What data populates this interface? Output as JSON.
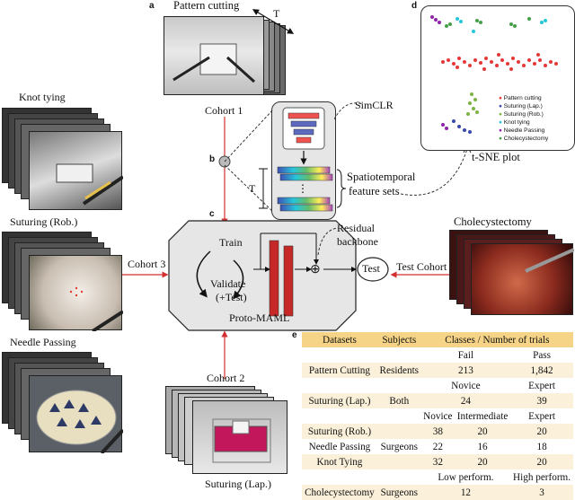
{
  "panels": {
    "a": "a",
    "b": "b",
    "c": "c",
    "d": "d",
    "e": "e"
  },
  "labels": {
    "pattern_cutting": "Pattern cutting",
    "knot_tying": "Knot tying",
    "suturing_rob": "Suturing (Rob.)",
    "needle_passing": "Needle Passing",
    "cholecystectomy": "Cholecystectomy",
    "suturing_lap": "Suturing (Lap.)",
    "T": "T",
    "T2": "T",
    "cohort1": "Cohort 1",
    "cohort2": "Cohort 2",
    "cohort3": "Cohort 3",
    "test_cohort": "Test Cohort",
    "simclr": "SimCLR",
    "spatiotemporal_line1": "Spatiotemporal",
    "spatiotemporal_line2": "feature sets",
    "residual_line1": "Residual",
    "residual_line2": "backbone",
    "train": "Train",
    "validate_line1": "Validate",
    "validate_line2": "(+Test)",
    "proto_maml": "Proto-MAML",
    "test": "Test",
    "plus": "⊕",
    "tsne_title": "t-SNE plot"
  },
  "tsne_legend": [
    {
      "label": "Pattern cutting",
      "color": "#e53935"
    },
    {
      "label": "Suturing (Lap.)",
      "color": "#3949ab"
    },
    {
      "label": "Suturing (Rob.)",
      "color": "#7cb342"
    },
    {
      "label": "Knot tying",
      "color": "#26c6da"
    },
    {
      "label": "Needle Passing",
      "color": "#8e24aa"
    },
    {
      "label": "Cholecystectomy",
      "color": "#43a047"
    }
  ],
  "table": {
    "header": [
      "Datasets",
      "Subjects",
      "Classes / Number of trials"
    ],
    "rows": [
      [
        "",
        "",
        "Fail",
        "",
        "Pass"
      ],
      [
        "Pattern Cutting",
        "Residents",
        "213",
        "",
        "1,842"
      ],
      [
        "",
        "",
        "Novice",
        "",
        "Expert"
      ],
      [
        "Suturing (Lap.)",
        "Both",
        "24",
        "",
        "39"
      ],
      [
        "",
        "",
        "Novice",
        "Intermediate",
        "Expert"
      ],
      [
        "Suturing (Rob.)",
        "",
        "38",
        "20",
        "20"
      ],
      [
        "Needle Passing",
        "Surgeons",
        "22",
        "16",
        "18"
      ],
      [
        "Knot Tying",
        "",
        "32",
        "20",
        "20"
      ],
      [
        "",
        "",
        "Low perform.",
        "",
        "High perform."
      ],
      [
        "Cholecystectomy",
        "Surgeons",
        "12",
        "",
        "3"
      ]
    ]
  },
  "colors": {
    "accent_red": "#d32f2f",
    "proto_bar": "#c62828",
    "frame_bg": "#4a4a4a"
  }
}
